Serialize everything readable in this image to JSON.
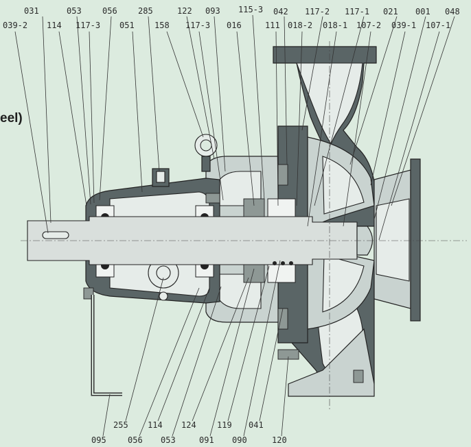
{
  "partial_text": "eel)",
  "colors": {
    "background": "#dcebdf",
    "casing": "#5a6566",
    "body": "#c9d3d0",
    "line": "#222222"
  },
  "labels_top_row1": [
    "031",
    "053",
    "056",
    "285",
    "122",
    "093",
    "115-3",
    "042",
    "117-2",
    "117-1",
    "021",
    "001",
    "048"
  ],
  "labels_top_row2": [
    "039-2",
    "114",
    "117-3",
    "051",
    "158",
    "117-3",
    "016",
    "111",
    "018-2",
    "018-1",
    "107-2",
    "039-1",
    "107-1"
  ],
  "labels_bottom_row1": [
    "255",
    "114",
    "124",
    "119",
    "041"
  ],
  "labels_bottom_row2": [
    "095",
    "056",
    "053",
    "091",
    "090",
    "120"
  ]
}
